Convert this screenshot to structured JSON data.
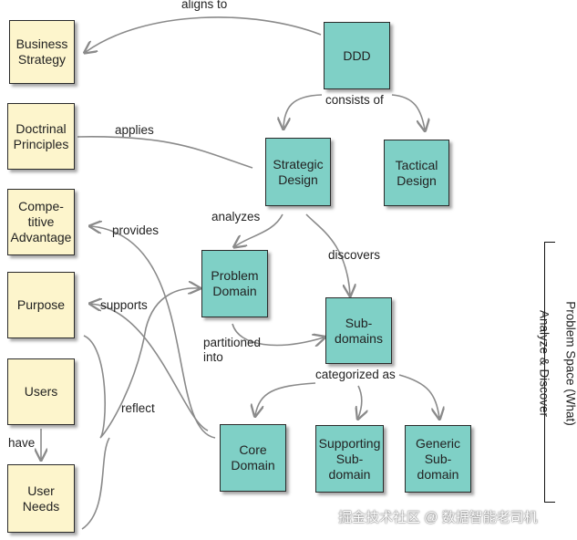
{
  "left_column": {
    "business_strategy": "Business\nStrategy",
    "doctrinal_principles": "Doctrinal\nPrinciples",
    "competitive_advantage": "Compe-\ntitive\nAdvantage",
    "purpose": "Purpose",
    "users": "Users",
    "user_needs": "User\nNeeds"
  },
  "concepts": {
    "ddd": "DDD",
    "strategic_design": "Strategic\nDesign",
    "tactical_design": "Tactical\nDesign",
    "problem_domain": "Problem\nDomain",
    "subdomains": "Sub-\ndomains",
    "core_domain": "Core\nDomain",
    "supporting_subdomain": "Supporting\nSub-\ndomain",
    "generic_subdomain": "Generic\nSub-\ndomain"
  },
  "edge_labels": {
    "aligns_to": "aligns to",
    "consists_of": "consists of",
    "applies": "applies",
    "analyzes": "analyzes",
    "provides": "provides",
    "discovers": "discovers",
    "supports": "supports",
    "partitioned_into": "partitioned\ninto",
    "categorized_as": "categorized as",
    "reflect": "reflect",
    "have": "have"
  },
  "side_labels": {
    "problem_space": "Problem Space (What)",
    "analyze_discover": "Analyze & Discover"
  },
  "watermark": "掘金技术社区 @ 数据智能老司机",
  "colors": {
    "yellow_box": "#fdf5cc",
    "teal_box": "#7fd0c6",
    "line": "#8a8a8a"
  }
}
